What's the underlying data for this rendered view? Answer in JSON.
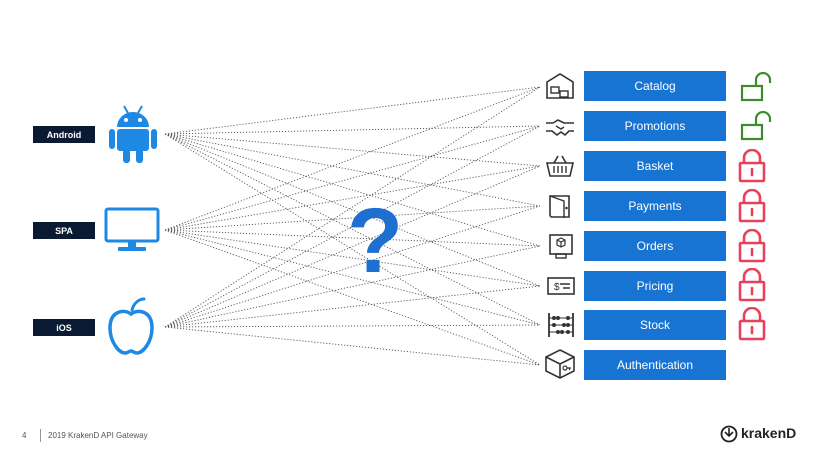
{
  "clients": [
    {
      "label": "Android",
      "icon": "android-icon"
    },
    {
      "label": "SPA",
      "icon": "monitor-icon"
    },
    {
      "label": "iOS",
      "icon": "apple-icon"
    }
  ],
  "services": [
    {
      "label": "Catalog",
      "icon": "warehouse-icon",
      "lock": "unlocked"
    },
    {
      "label": "Promotions",
      "icon": "handshake-icon",
      "lock": "unlocked"
    },
    {
      "label": "Basket",
      "icon": "basket-icon",
      "lock": "locked"
    },
    {
      "label": "Payments",
      "icon": "wallet-icon",
      "lock": "locked"
    },
    {
      "label": "Orders",
      "icon": "order-box-icon",
      "lock": "locked"
    },
    {
      "label": "Pricing",
      "icon": "price-tag-icon",
      "lock": "locked"
    },
    {
      "label": "Stock",
      "icon": "abacus-icon",
      "lock": "locked"
    },
    {
      "label": "Authentication",
      "icon": "key-box-icon",
      "lock": "none"
    }
  ],
  "center_symbol": "?",
  "footer": {
    "page": "4",
    "text": "2019 KrakenD API Gateway"
  },
  "brand": "krakenD",
  "colors": {
    "service_box": "#1874d2",
    "client_label": "#0b1a33",
    "client_icon": "#1e88e5",
    "question_mark": "#1f6fd1",
    "lock_open": "#3e8a2e",
    "lock_closed": "#e8415b"
  }
}
